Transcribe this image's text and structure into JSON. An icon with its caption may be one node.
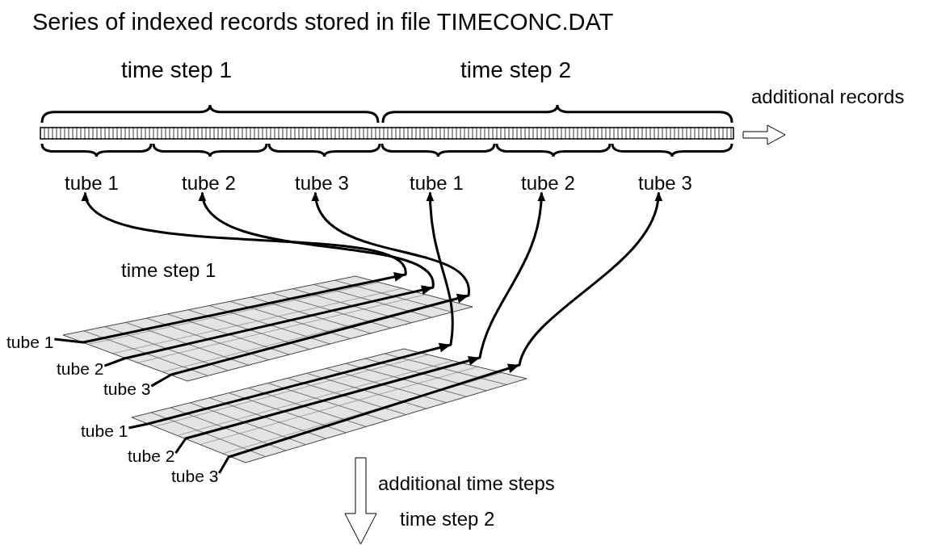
{
  "diagram": {
    "title": "Series of indexed records stored in file TIMECONC.DAT",
    "nodes": [
      {
        "text": [
          "tube 1"
        ]
      },
      {
        "text": [
          "tube 2"
        ]
      },
      {
        "text": [
          "tube 3"
        ]
      },
      {
        "text": [
          "tube 1"
        ]
      },
      {
        "text": [
          "tube 2"
        ]
      },
      {
        "text": [
          "tube 3"
        ]
      },
      {
        "text": [
          "tube 1"
        ]
      },
      {
        "text": [
          "tube 2"
        ]
      },
      {
        "text": [
          "tube 3"
        ]
      },
      {
        "text": [
          "tube 1"
        ]
      },
      {
        "text": [
          "tube 2"
        ]
      },
      {
        "text": [
          "tube 3"
        ]
      }
    ],
    "edges": [
      {
        "from": 6,
        "to": 0,
        "arrow": "to"
      },
      {
        "from": 7,
        "to": 1,
        "arrow": "to"
      },
      {
        "from": 8,
        "to": 2,
        "arrow": "to"
      },
      {
        "from": 9,
        "to": 3,
        "arrow": "to"
      },
      {
        "from": 10,
        "to": 4,
        "arrow": "to"
      },
      {
        "from": 11,
        "to": 5,
        "arrow": "to"
      }
    ],
    "labels": [
      "time step 1",
      "time step 2",
      "additional records",
      "time step 1",
      "time step 2",
      "additional time steps"
    ]
  }
}
